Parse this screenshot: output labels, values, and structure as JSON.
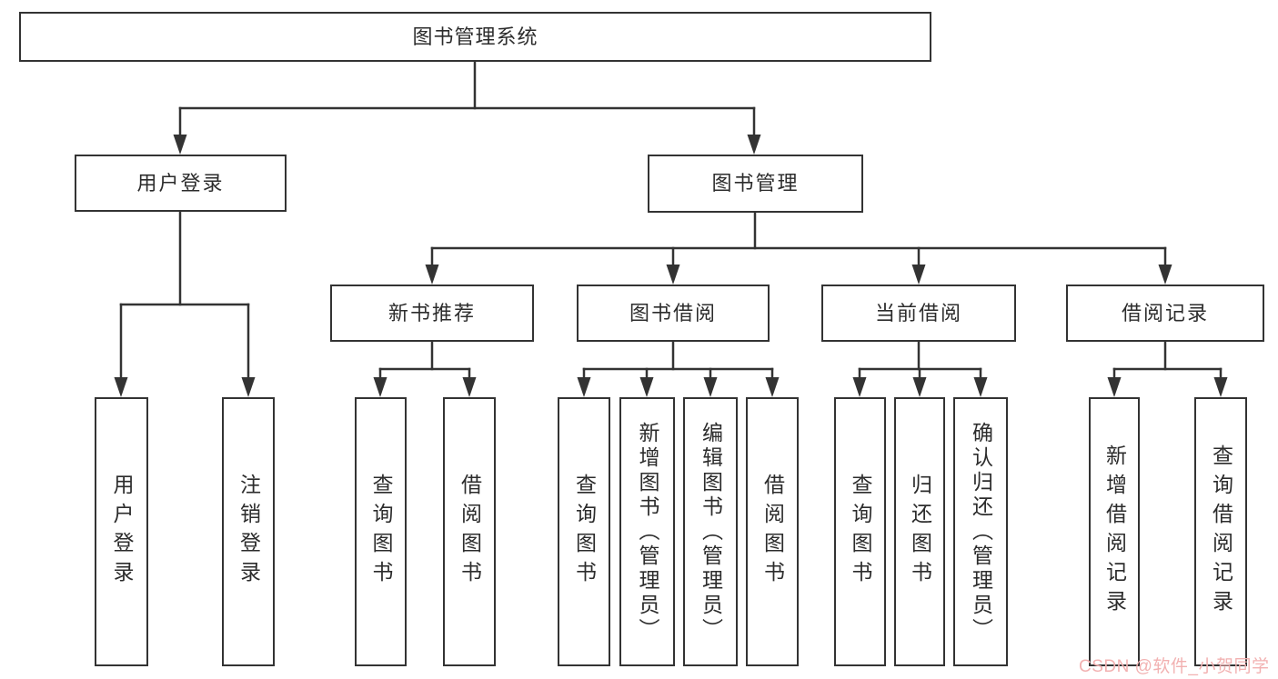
{
  "diagram": {
    "root": {
      "label": "图书管理系统"
    },
    "branches": [
      {
        "label": "用户登录",
        "children": [
          {
            "label": "用户登录"
          },
          {
            "label": "注销登录"
          }
        ]
      },
      {
        "label": "图书管理",
        "children": [
          {
            "label": "新书推荐",
            "children": [
              {
                "label": "查询图书"
              },
              {
                "label": "借阅图书"
              }
            ]
          },
          {
            "label": "图书借阅",
            "children": [
              {
                "label": "查询图书"
              },
              {
                "label": "新增图书（管理员）"
              },
              {
                "label": "编辑图书（管理员）"
              },
              {
                "label": "借阅图书"
              }
            ]
          },
          {
            "label": "当前借阅",
            "children": [
              {
                "label": "查询图书"
              },
              {
                "label": "归还图书"
              },
              {
                "label": "确认归还（管理员）"
              }
            ]
          },
          {
            "label": "借阅记录",
            "children": [
              {
                "label": "新增借阅记录"
              },
              {
                "label": "查询借阅记录"
              }
            ]
          }
        ]
      }
    ]
  },
  "watermark": {
    "text": "CSDN @软件_小贺同学",
    "color": "#f2b1b1"
  },
  "colors": {
    "line": "#333333",
    "box_border": "#333333",
    "text": "#2c2c2c",
    "background": "#ffffff"
  }
}
